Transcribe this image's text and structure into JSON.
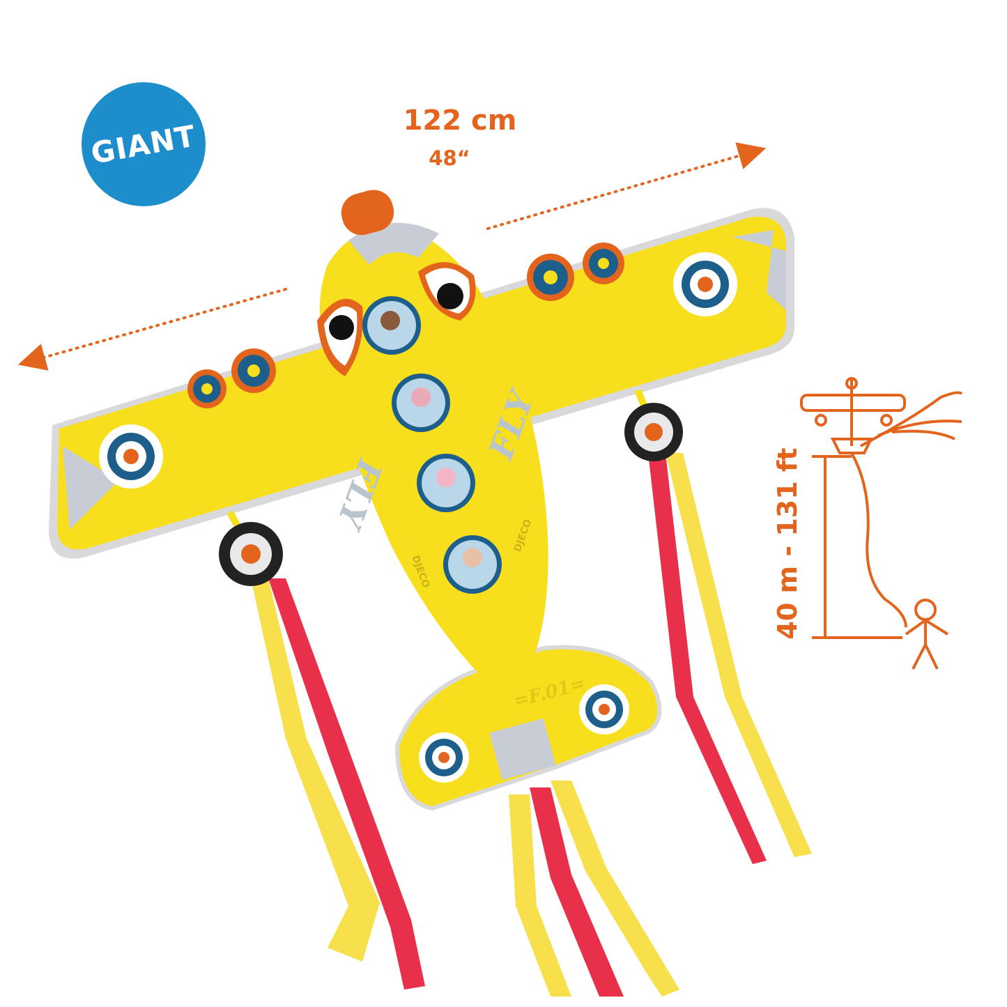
{
  "badge": {
    "label": "GIANT",
    "color": "#1d8dcc"
  },
  "dimensions": {
    "width_metric": "122 cm",
    "width_imperial": "48“",
    "flight_height": "40 m - 131 ft"
  },
  "kite": {
    "body_text_left": "FLY",
    "body_text_right": "FLY",
    "registration": "=F.01=",
    "brand": "DJECO",
    "colors": {
      "body": "#f7df1e",
      "accent": "#e3651d",
      "ribbon_red": "#e8304a",
      "ribbon_yellow": "#f7e04b",
      "roundel": "#1d5f8a"
    }
  }
}
